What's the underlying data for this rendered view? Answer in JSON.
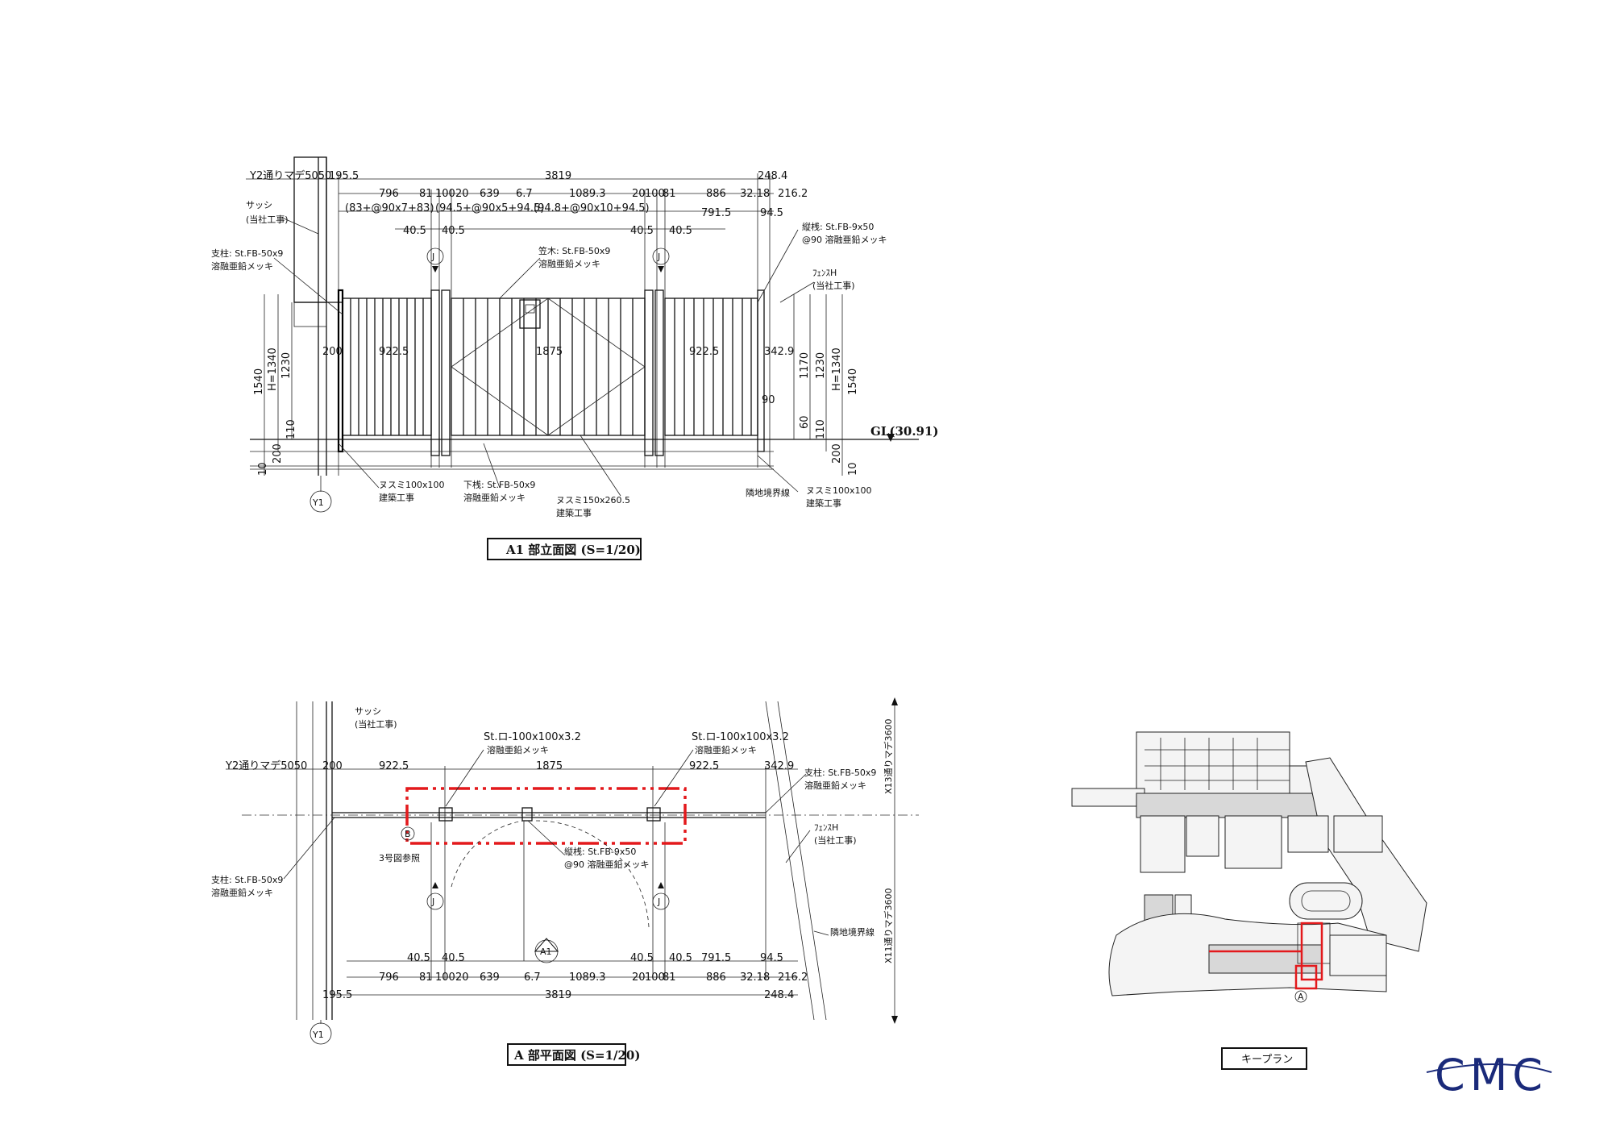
{
  "elevation": {
    "title": "A1 部立面図 (S=1/20)",
    "top_dims": [
      "195.5",
      "3819",
      "248.4"
    ],
    "ref_left": "Y2通りマデ5050",
    "dims_row2": [
      "796",
      "81",
      "100",
      "20",
      "639",
      "6.7",
      "1089.3",
      "20",
      "100",
      "81",
      "886",
      "32.18",
      "216.2"
    ],
    "dims_row3": [
      "(83+@90x7+83)",
      "(94.5+@90x5+94.5)",
      "(94.8+@90x10+94.5)",
      "791.5",
      "94.5"
    ],
    "dims_row4": [
      "40.5",
      "40.5",
      "40.5",
      "40.5"
    ],
    "sash_label": "サッシ",
    "sash_note": "(当社工事)",
    "post_label": "支柱: St.FB-50x9",
    "post_note": "溶融亜鉛メッキ",
    "rail_label": "笠木: St.FB-50x9",
    "rail_note": "溶融亜鉛メッキ",
    "stile_label": "縦桟: St.FB-9x50",
    "stile_note": "@90 溶融亜鉛メッキ",
    "fence_label": "ﾌｪﾝｽH",
    "fence_note": "(当社工事)",
    "mid_dims": [
      "200",
      "922.5",
      "1875",
      "922.5",
      "342.9"
    ],
    "left_vert": [
      "1540",
      "H=1340",
      "1230",
      "110",
      "200",
      "10"
    ],
    "right_vert": [
      "1170",
      "1230",
      "H=1340",
      "1540",
      "90",
      "60",
      "110",
      "200",
      "10"
    ],
    "gl": "GL(30.91)",
    "sill_left": "ヌスミ100x100",
    "sill_left_note": "建築工事",
    "bottom_rail": "下桟: St.FB-50x9",
    "bottom_rail_note": "溶融亜鉛メッキ",
    "sill_center": "ヌスミ150x260.5",
    "sill_center_note": "建築工事",
    "boundary": "隣地境界線",
    "sill_right": "ヌスミ100x100",
    "sill_right_note": "建築工事",
    "grid_label": "Y1",
    "marker_j": "J"
  },
  "plan": {
    "title": "A 部平面図 (S=1/20)",
    "ref_left": "Y2通りマデ5050",
    "sash_label": "サッシ",
    "sash_note": "(当社工事)",
    "post_left_label": "St.ロ-100x100x3.2",
    "post_left_note": "溶融亜鉛メッキ",
    "post_right_label": "St.ロ-100x100x3.2",
    "post_right_note": "溶融亜鉛メッキ",
    "support_right": "支柱: St.FB-50x9",
    "support_right_note": "溶融亜鉛メッキ",
    "fence_label": "ﾌｪﾝｽH",
    "fence_note": "(当社工事)",
    "top_dims": [
      "200",
      "922.5",
      "1875",
      "922.5",
      "342.9"
    ],
    "support_left": "支柱: St.FB-50x9",
    "support_left_note": "溶融亜鉛メッキ",
    "stile_label": "縦桟: St.FB-9x50",
    "stile_note": "@90 溶融亜鉛メッキ",
    "ref_b": "B",
    "ref_b_note": "3号図参照",
    "boundary": "隣地境界線",
    "x13": "X13通りマデ3600",
    "x11": "X11通りマデ3600",
    "view_marker": "A1",
    "dims_row1": [
      "40.5",
      "40.5",
      "40.5",
      "40.5",
      "791.5",
      "94.5"
    ],
    "dims_row2": [
      "796",
      "81",
      "100",
      "20",
      "639",
      "6.7",
      "1089.3",
      "20",
      "100",
      "81",
      "886",
      "32.18",
      "216.2"
    ],
    "bottom_dims": [
      "195.5",
      "3819",
      "248.4"
    ],
    "grid_label": "Y1",
    "marker_j": "J"
  },
  "keyplan": {
    "title": "キープラン",
    "marker": "A"
  },
  "logo": {
    "text": "CMC"
  },
  "colors": {
    "highlight": "#e3191c",
    "logo": "#1a2a7a",
    "ink": "#111111"
  }
}
